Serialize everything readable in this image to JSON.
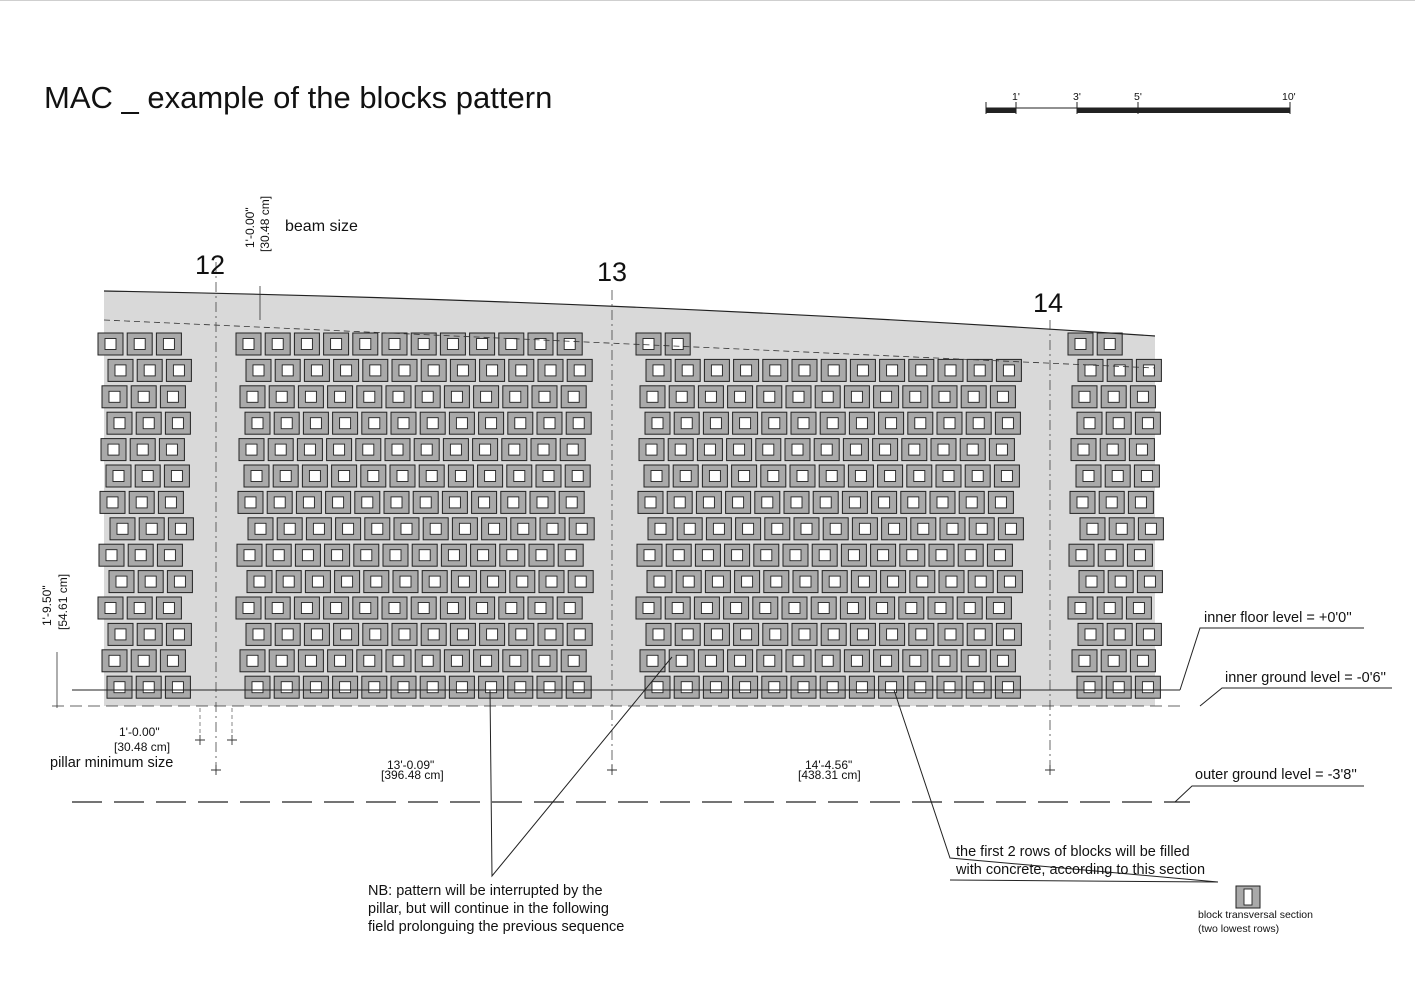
{
  "title": "MAC _ example of the blocks pattern",
  "scale_bar": {
    "ticks": [
      "1'",
      "3'",
      "5'",
      "10'"
    ]
  },
  "axes": [
    "12",
    "13",
    "14"
  ],
  "beam": {
    "dimension": "1'-0.00\"",
    "dimension_metric": "[30.48 cm]",
    "label": "beam size"
  },
  "pillar": {
    "dimension": "1'-0.00\"",
    "dimension_metric": "[30.48 cm]",
    "label": "pillar minimum size"
  },
  "base_rows": {
    "dimension": "1'-9.50\"",
    "dimension_metric": "[54.61 cm]"
  },
  "spans": [
    {
      "dimension": "13'-0.09\"",
      "dimension_metric": "[396.48 cm]"
    },
    {
      "dimension": "14'-4.56\"",
      "dimension_metric": "[438.31 cm]"
    }
  ],
  "levels": {
    "inner_floor": "inner floor level = +0'0''",
    "inner_ground": "inner ground level = -0'6''",
    "outer_ground": "outer ground level = -3'8''"
  },
  "notes": {
    "fill": [
      "the first  2 rows of blocks will be filled",
      "with concrete, according to this section"
    ],
    "pattern": [
      "NB: pattern will be interrupted by the",
      "pillar, but will continue in the following",
      "field prolonguing the previous sequence"
    ],
    "section": [
      "block transversal section",
      "(two lowest rows)"
    ]
  },
  "colors": {
    "infill": "#d9d9d9",
    "block": "#a9a9a9",
    "hole": "#ffffff",
    "line": "#222222"
  }
}
